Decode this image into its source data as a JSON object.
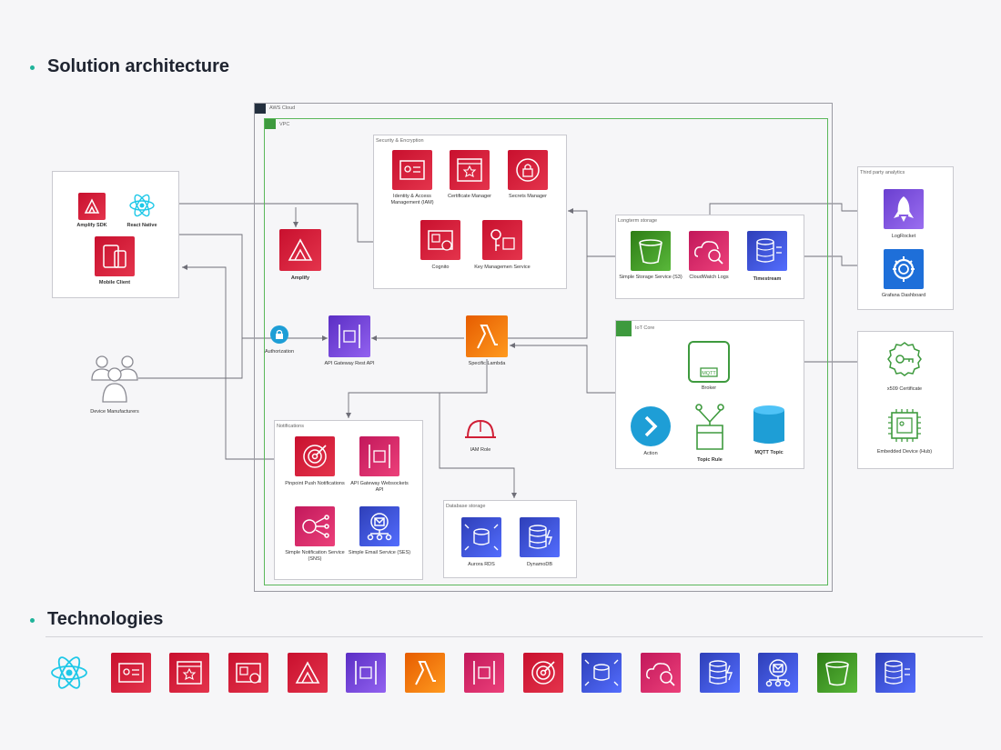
{
  "sections": {
    "architecture_title": "Solution architecture",
    "technologies_title": "Technologies"
  },
  "groups": {
    "aws_cloud": "AWS Cloud",
    "vpc": "VPC",
    "security": "Security & Encryption",
    "longterm": "Longterm storage",
    "iot_core": "IoT Core",
    "notifications": "Notifications",
    "database": "Database storage",
    "third_party": "Third party analytics"
  },
  "services": {
    "amplify_sdk": "Amplify SDK",
    "react_native": "React Native",
    "mobile_client": "Mobile Client",
    "device_manufacturers": "Device Manufacturers",
    "authorization": "Authorization",
    "amplify": "Amplify",
    "iam": "Identity & Access Management (IAM)",
    "cert_manager": "Certificate Manager",
    "secrets_manager": "Secrets Manager",
    "cognito": "Cognito",
    "kms": "Key Managemen Service",
    "api_gateway_rest": "API Gateway Rest API",
    "lambda": "Specific Lambda",
    "iam_role": "IAM Role",
    "s3": "Simple Storage Service (S3)",
    "cloudwatch": "CloudWatch Logs",
    "timestream": "Timestream",
    "broker": "Broker",
    "action": "Action",
    "topic_rule": "Topic Rule",
    "mqtt_topic": "MQTT Topic",
    "pinpoint": "Pinpoint Push Notifications",
    "api_gateway_ws": "API Gateway Websockets API",
    "sns": "Simple Notification Service (SNS)",
    "ses": "Simple Email Service (SES)",
    "aurora": "Aurora RDS",
    "dynamodb": "DynamoDB",
    "logrocket": "LogRocket",
    "grafana": "Grafana Dashboard",
    "x509": "x509 Certificate",
    "embedded": "Embedded Device (Hub)",
    "mqtt_chip": "MQTT"
  },
  "technologies": [
    {
      "icon": "react-icon",
      "color": "#1ec8e8"
    },
    {
      "icon": "iam-icon",
      "color": "#d01f36"
    },
    {
      "icon": "certificate-manager-icon",
      "color": "#d01f36"
    },
    {
      "icon": "cognito-icon",
      "color": "#d01f36"
    },
    {
      "icon": "amplify-icon",
      "color": "#d01f36"
    },
    {
      "icon": "api-gateway-icon",
      "color": "#7a4ee0"
    },
    {
      "icon": "lambda-icon",
      "color": "#f27a10"
    },
    {
      "icon": "api-gateway-websocket-icon",
      "color": "#d81b60"
    },
    {
      "icon": "pinpoint-icon",
      "color": "#d01f36"
    },
    {
      "icon": "aurora-icon",
      "color": "#3a4fcc"
    },
    {
      "icon": "cloudwatch-icon",
      "color": "#d81b60"
    },
    {
      "icon": "dynamodb-icon",
      "color": "#3a4fcc"
    },
    {
      "icon": "ses-icon",
      "color": "#3a4fcc"
    },
    {
      "icon": "s3-icon",
      "color": "#3f9a24"
    },
    {
      "icon": "timestream-icon",
      "color": "#3a4fcc"
    }
  ]
}
